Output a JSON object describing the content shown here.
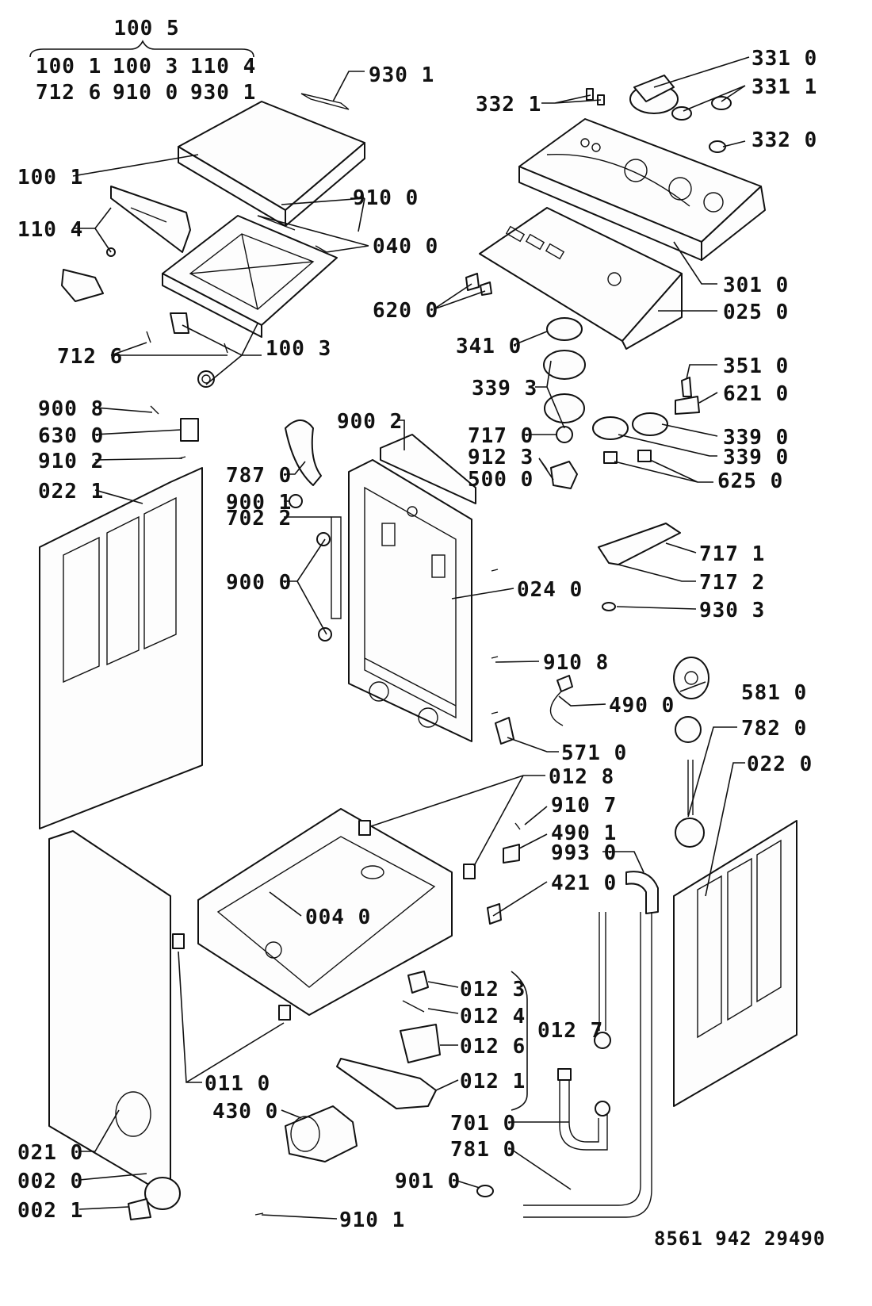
{
  "diagram": {
    "header_group": {
      "title": "100 5",
      "row1": [
        "100 1",
        "100 3",
        "110 4"
      ],
      "row2": [
        "712 6",
        "910 0",
        "930 1"
      ]
    },
    "labels": {
      "l930_1_top": "930 1",
      "l100_1": "100 1",
      "l910_0": "910 0",
      "l110_4": "110 4",
      "l040_0": "040 0",
      "l712_6": "712 6",
      "l100_3": "100 3",
      "l331_0": "331 0",
      "l332_1": "332 1",
      "l331_1": "331 1",
      "l332_0": "332 0",
      "l620_0": "620 0",
      "l301_0": "301 0",
      "l025_0": "025 0",
      "l341_0": "341 0",
      "l339_3": "339 3",
      "l351_0": "351 0",
      "l621_0": "621 0",
      "l900_8": "900 8",
      "l630_0": "630 0",
      "l910_2": "910 2",
      "l022_1": "022 1",
      "l900_2": "900 2",
      "l787_0": "787 0",
      "l900_1": "900 1",
      "l702_2": "702 2",
      "l717_0": "717 0",
      "l912_3": "912 3",
      "l500_0": "500 0",
      "l339_0a": "339 0",
      "l339_0b": "339 0",
      "l625_0": "625 0",
      "l717_1": "717 1",
      "l717_2": "717 2",
      "l900_0": "900 0",
      "l024_0": "024 0",
      "l930_3": "930 3",
      "l910_8": "910 8",
      "l581_0": "581 0",
      "l490_0": "490 0",
      "l782_0": "782 0",
      "l571_0": "571 0",
      "l022_0": "022 0",
      "l012_8": "012 8",
      "l910_7": "910 7",
      "l490_1": "490 1",
      "l993_0": "993 0",
      "l421_0": "421 0",
      "l004_0": "004 0",
      "l012_3": "012 3",
      "l012_4": "012 4",
      "l012_7": "012 7",
      "l012_6": "012 6",
      "l011_0": "011 0",
      "l012_1": "012 1",
      "l430_0": "430 0",
      "l701_0": "701 0",
      "l021_0": "021 0",
      "l781_0": "781 0",
      "l002_0": "002 0",
      "l901_0": "901 0",
      "l002_1": "002 1",
      "l910_1": "910 1"
    },
    "drawing_code": "8561 942 29490"
  }
}
